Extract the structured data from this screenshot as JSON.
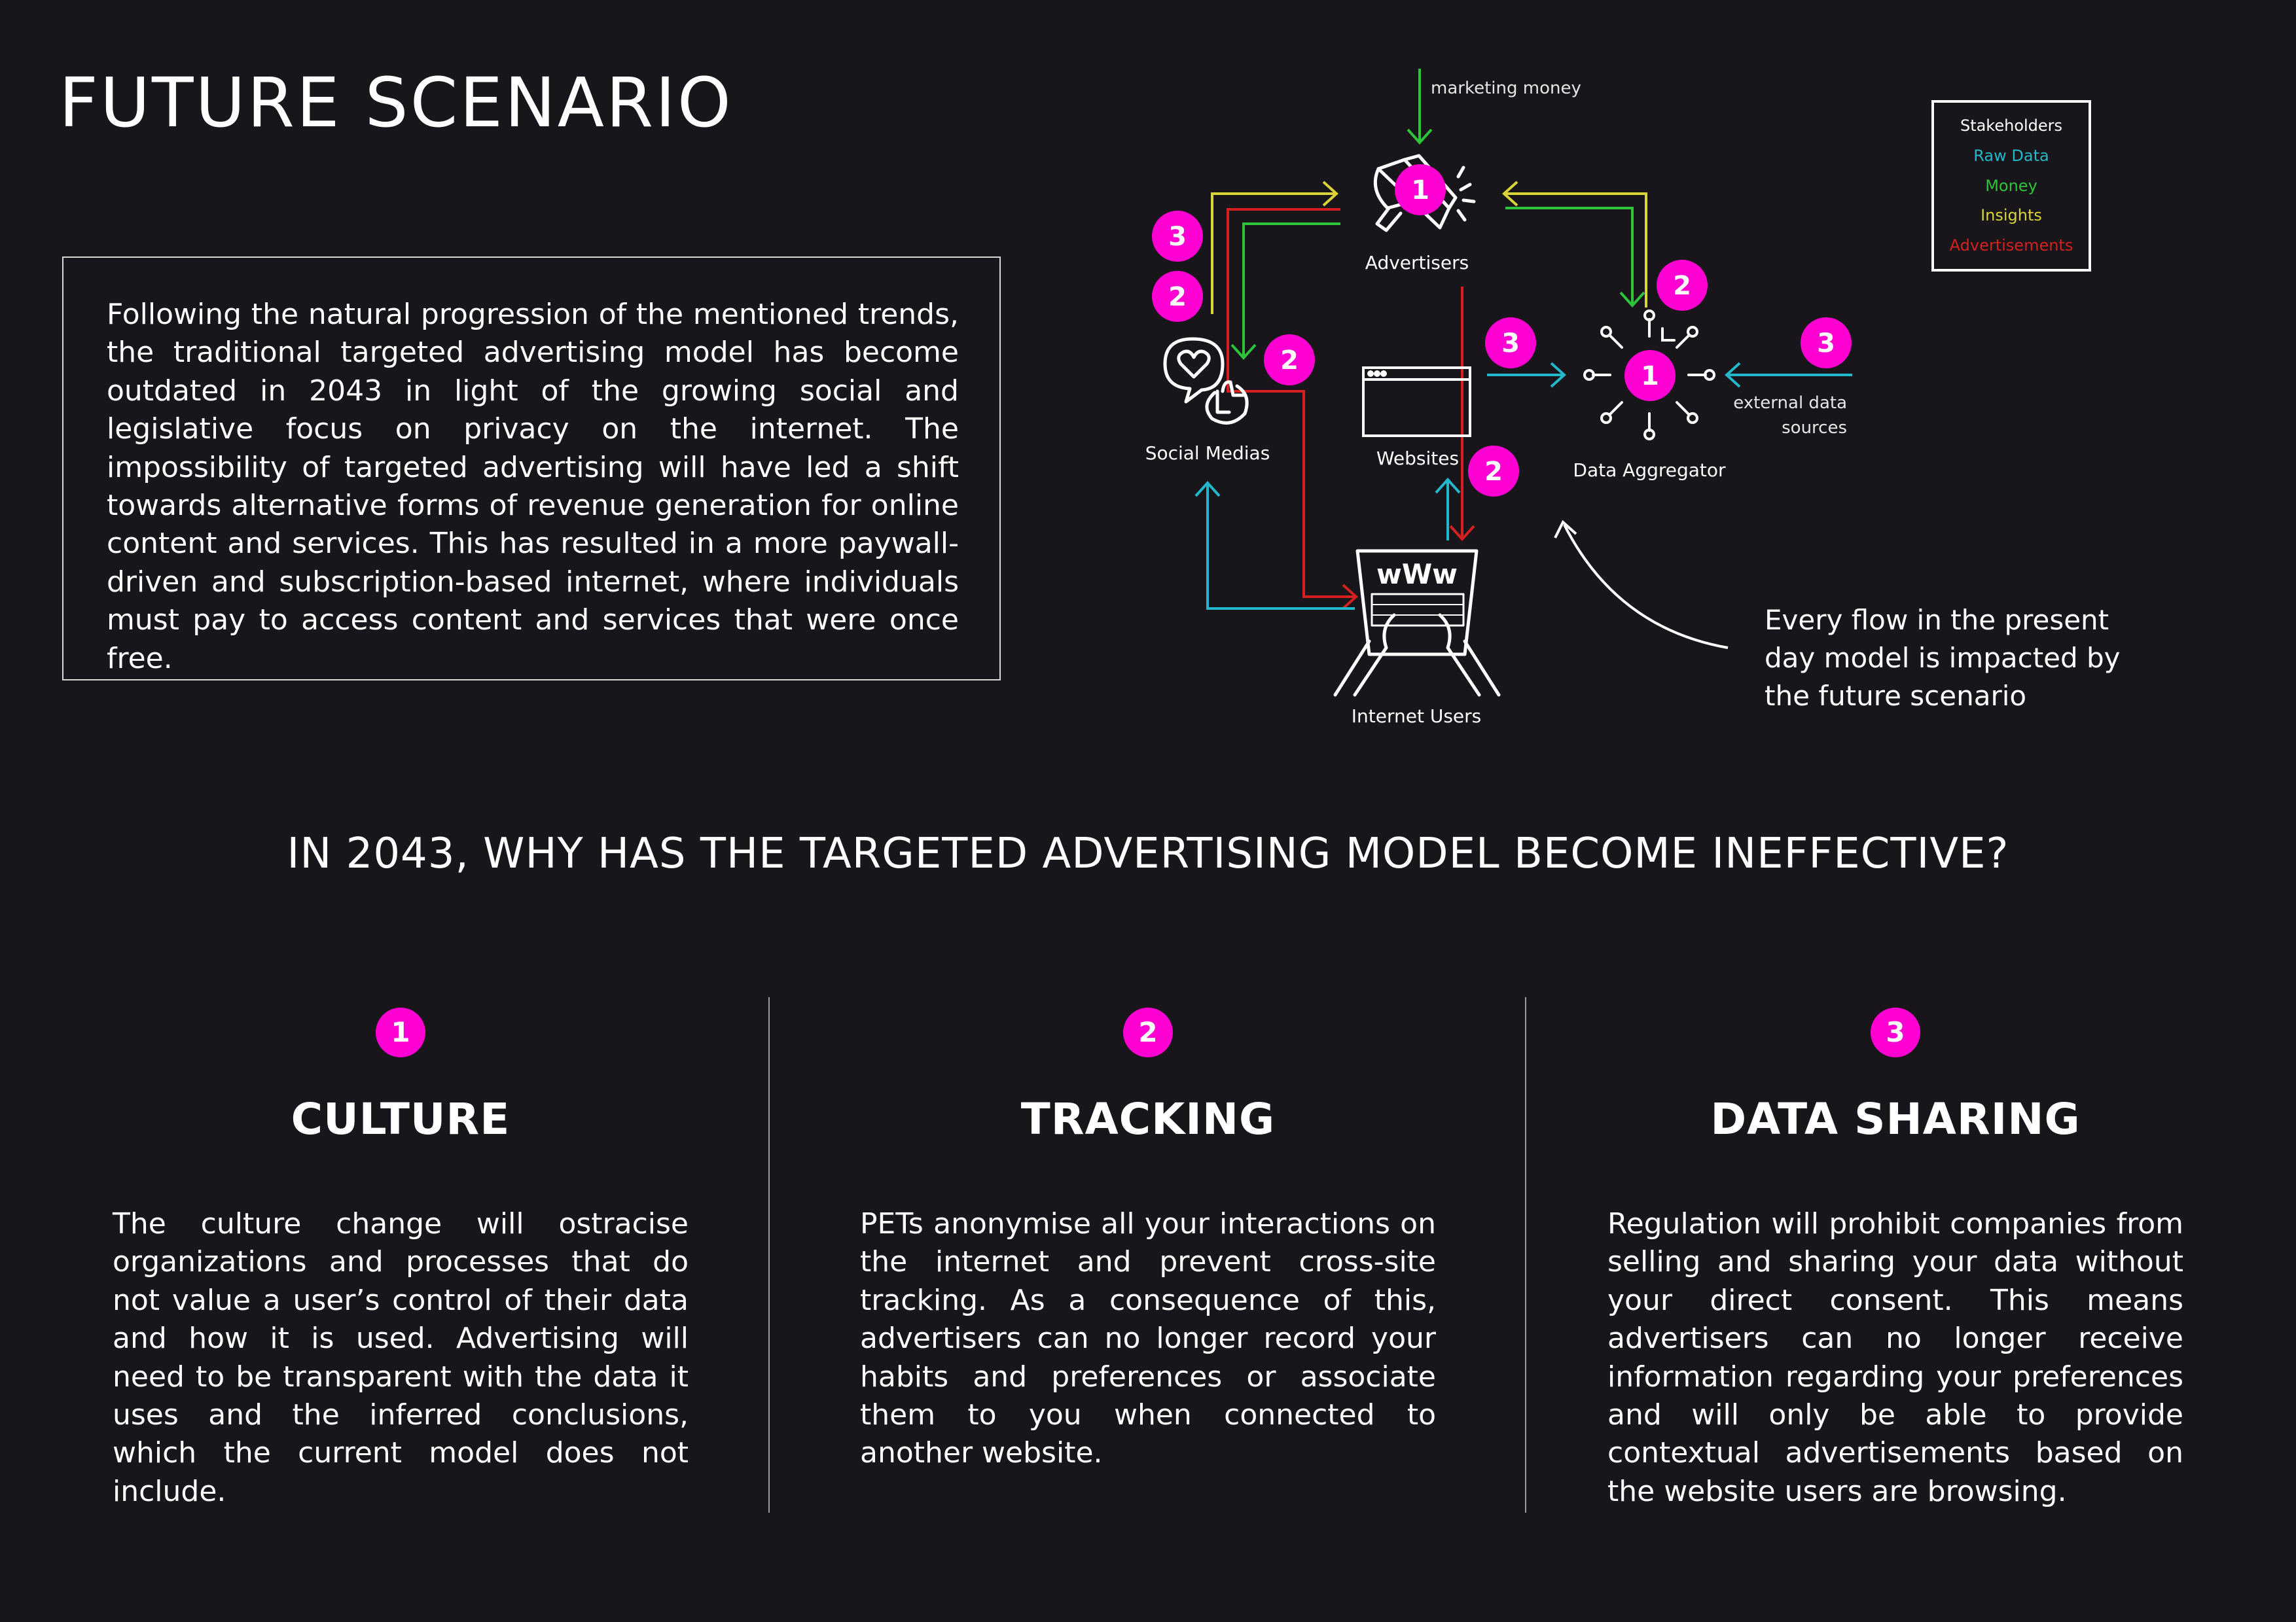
{
  "page": {
    "title": "FUTURE SCENARIO",
    "intro": "Following the natural progression of the mentioned trends, the traditional targeted advertising model has become outdated in 2043 in light of the growing social and legislative focus on privacy on the internet. The impossibility of targeted advertising will have led a shift towards alternative forms of revenue generation for online content and services. This has resulted in a more paywall-driven and subscription-based internet, where individuals must pay to access content and services that were once free.",
    "question": "IN 2043, WHY HAS THE TARGETED ADVERTISING MODEL BECOME INEFFECTIVE?"
  },
  "diagram": {
    "nodes": {
      "advertisers": "Advertisers",
      "social_medias": "Social Medias",
      "websites": "Websites",
      "data_aggregator": "Data Aggregator",
      "internet_users": "Internet Users"
    },
    "marketing_money": "marketing money",
    "external_data_line1": "external data",
    "external_data_line2": "sources",
    "note_line1": "Every flow in the present",
    "note_line2": "day model is impacted by",
    "note_line3": "the future scenario",
    "badges": {
      "advertisers": "1",
      "aggregator": "1",
      "aggregator_top": "2",
      "social_top": "3",
      "social_mid": "2",
      "social_right": "2",
      "websites_left": "3",
      "websites_down": "2",
      "external": "3"
    },
    "legend": {
      "title": "Stakeholders",
      "items": [
        {
          "label": "Raw Data",
          "color": "#22b8c9"
        },
        {
          "label": "Money",
          "color": "#2dc43a"
        },
        {
          "label": "Insights",
          "color": "#d8d43a"
        },
        {
          "label": "Advertisements",
          "color": "#d42020"
        }
      ]
    },
    "colors": {
      "accent": "#ff00d2",
      "raw_data": "#22b8c9",
      "money": "#2dc43a",
      "insights": "#d8d43a",
      "advertisements": "#d42020"
    }
  },
  "columns": [
    {
      "number": "1",
      "heading": "CULTURE",
      "text": "The culture change will ostracise organizations and processes that do not value a user’s control of their data and how it is used. Advertising will need to be transparent with the data it uses and the inferred conclusions, which the current model does not include."
    },
    {
      "number": "2",
      "heading": "TRACKING",
      "text": "PETs anonymise all your interactions on the internet and prevent cross-site tracking. As a consequence of this, advertisers can no longer record your habits and preferences or associate them to you when connected to another website."
    },
    {
      "number": "3",
      "heading": "DATA SHARING",
      "text": "Regulation will prohibit companies from selling and sharing your data without your direct consent. This means advertisers can no longer receive information regarding your preferences and will only be able to provide contextual advertisements based on the website users are browsing."
    }
  ]
}
